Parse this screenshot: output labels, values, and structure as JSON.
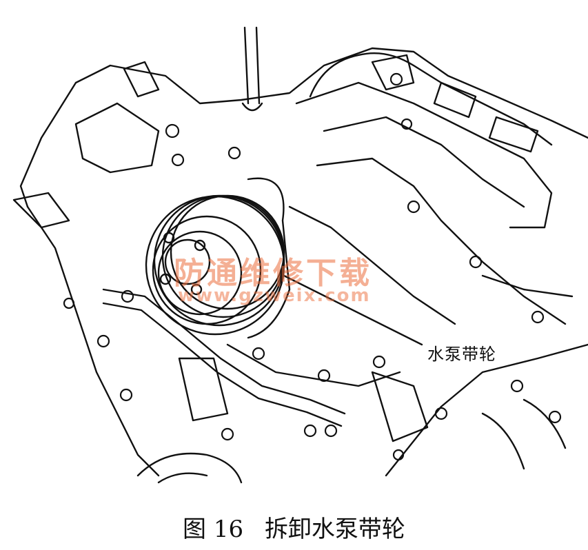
{
  "callout": {
    "label": "水泵带轮"
  },
  "watermark": {
    "text": "防通维修下载",
    "url": "www.gzweix.com"
  },
  "caption": {
    "figure_no": "图 16",
    "title": "拆卸水泵带轮"
  }
}
